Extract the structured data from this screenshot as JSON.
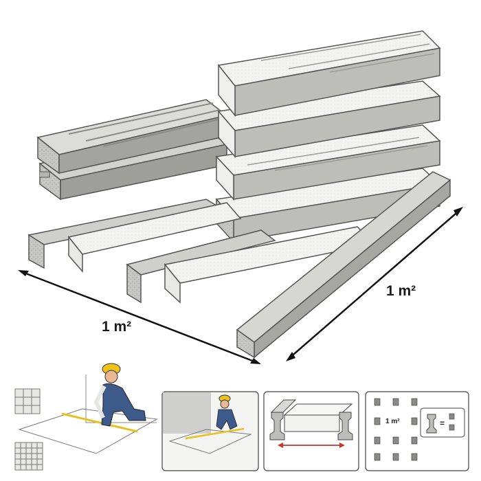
{
  "illustration": {
    "subject": "concrete beam and polystyrene block floor system",
    "dimension_labels": {
      "front": "1 m²",
      "side": "1 m²"
    }
  },
  "panels": [
    {
      "id": "installer-measuring",
      "icons": [
        "grid-small-icon",
        "grid-large-icon",
        "worker-icon",
        "tape-measure-icon"
      ]
    },
    {
      "id": "room-measuring",
      "icons": [
        "worker-icon",
        "tape-measure-icon"
      ]
    },
    {
      "id": "block-between-beams",
      "icons": [
        "beam-icon",
        "block-icon",
        "width-arrow-icon"
      ]
    },
    {
      "id": "beam-count-per-m2",
      "label": "1 m²",
      "icons": [
        "beam-icon",
        "equals-icon"
      ]
    }
  ],
  "colors": {
    "concrete_light": "#c9c9c6",
    "concrete_mid": "#a9a9a6",
    "concrete_dark": "#7d7d7b",
    "polystyrene": "#f1f1ef",
    "helmet": "#f2c21b",
    "overalls": "#3d5a8a",
    "arrow_red": "#c0392b"
  }
}
